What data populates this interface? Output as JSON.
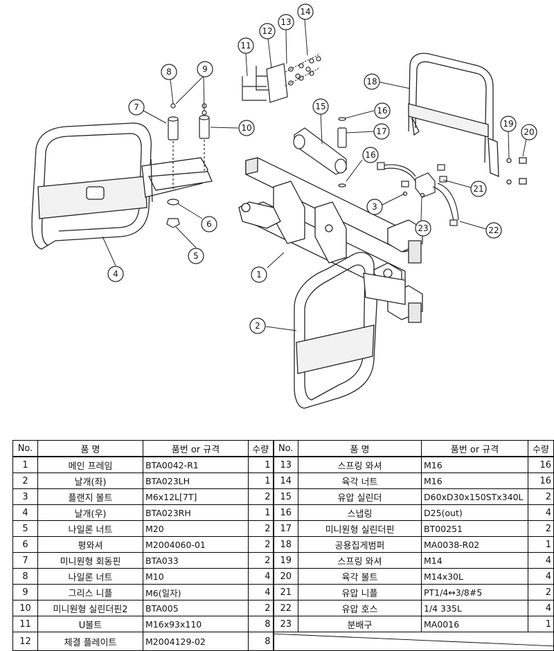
{
  "callouts": [
    {
      "n": "1"
    },
    {
      "n": "2"
    },
    {
      "n": "3"
    },
    {
      "n": "4"
    },
    {
      "n": "5"
    },
    {
      "n": "6"
    },
    {
      "n": "7"
    },
    {
      "n": "8"
    },
    {
      "n": "9"
    },
    {
      "n": "10"
    },
    {
      "n": "11"
    },
    {
      "n": "12"
    },
    {
      "n": "13"
    },
    {
      "n": "14"
    },
    {
      "n": "15"
    },
    {
      "n": "16"
    },
    {
      "n": "16"
    },
    {
      "n": "17"
    },
    {
      "n": "18"
    },
    {
      "n": "19"
    },
    {
      "n": "20"
    },
    {
      "n": "21"
    },
    {
      "n": "22"
    },
    {
      "n": "23"
    }
  ],
  "table": {
    "headers": {
      "no": "No.",
      "name": "품      명",
      "spec": "품번 or 규격",
      "qty": "수량"
    },
    "rows": [
      {
        "left": {
          "no": "1",
          "name": "메인 프레임",
          "spec": "BTA0042-R1",
          "qty": "1"
        },
        "right": {
          "no": "13",
          "name": "스프링 와셔",
          "spec": "M16",
          "qty": "16"
        }
      },
      {
        "left": {
          "no": "2",
          "name": "날개(좌)",
          "spec": "BTA023LH",
          "qty": "1"
        },
        "right": {
          "no": "14",
          "name": "육각 너트",
          "spec": "M16",
          "qty": "16"
        }
      },
      {
        "left": {
          "no": "3",
          "name": "플랜지 볼트",
          "spec": "M6x12L[7T]",
          "qty": "2"
        },
        "right": {
          "no": "15",
          "name": "유압 실린더",
          "spec": "D60xD30x150STx340L",
          "qty": "2"
        }
      },
      {
        "left": {
          "no": "4",
          "name": "날개(우)",
          "spec": "BTA023RH",
          "qty": "1"
        },
        "right": {
          "no": "16",
          "name": "스냅링",
          "spec": "D25(out)",
          "qty": "4"
        }
      },
      {
        "left": {
          "no": "5",
          "name": "나일론 너트",
          "spec": "M20",
          "qty": "2"
        },
        "right": {
          "no": "17",
          "name": "미니원형 실린더핀",
          "spec": "BT00251",
          "qty": "2"
        }
      },
      {
        "left": {
          "no": "6",
          "name": "평와셔",
          "spec": "M2004060-01",
          "qty": "2"
        },
        "right": {
          "no": "18",
          "name": "공용집게범퍼",
          "spec": "MA0038-R02",
          "qty": "1"
        }
      },
      {
        "left": {
          "no": "7",
          "name": "미니원형 회동핀",
          "spec": "BTA033",
          "qty": "2"
        },
        "right": {
          "no": "19",
          "name": "스프링 와셔",
          "spec": "M14",
          "qty": "4"
        }
      },
      {
        "left": {
          "no": "8",
          "name": "나일론 너트",
          "spec": "M10",
          "qty": "4"
        },
        "right": {
          "no": "20",
          "name": "육각 볼트",
          "spec": "M14x30L",
          "qty": "4"
        }
      },
      {
        "left": {
          "no": "9",
          "name": "그리스 니플",
          "spec": "M6(일자)",
          "qty": "4"
        },
        "right": {
          "no": "21",
          "name": "유압 니플",
          "spec": "PT1/4↔3/8#5",
          "qty": "2"
        }
      },
      {
        "left": {
          "no": "10",
          "name": "미니원형 실린더핀2",
          "spec": "BTA005",
          "qty": "2"
        },
        "right": {
          "no": "22",
          "name": "유압 호스",
          "spec": "1/4 335L",
          "qty": "4"
        }
      },
      {
        "left": {
          "no": "11",
          "name": "U볼트",
          "spec": "M16x93x110",
          "qty": "8"
        },
        "right": {
          "no": "23",
          "name": "분배구",
          "spec": "MA0016",
          "qty": "1"
        }
      },
      {
        "left": {
          "no": "12",
          "name": "체결 플레이트",
          "spec": "M2004129-02",
          "qty": "8"
        },
        "right": null
      }
    ]
  }
}
